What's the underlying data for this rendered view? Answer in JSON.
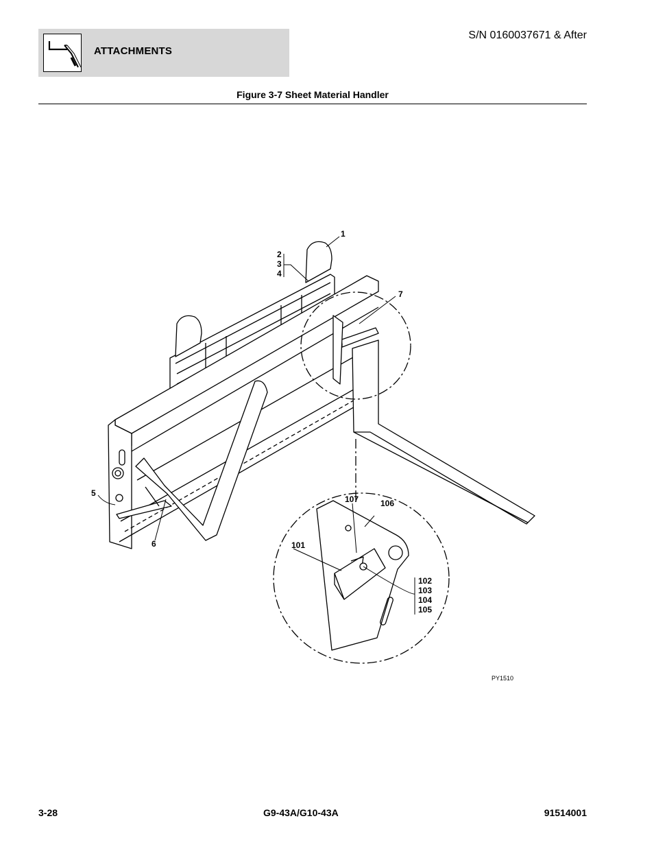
{
  "header": {
    "section_title": "ATTACHMENTS",
    "serial": "S/N 0160037671 & After",
    "icon": "fork-attachment-icon"
  },
  "figure": {
    "title": "Figure 3-7 Sheet Material Handler",
    "id": "PY1510",
    "callouts": {
      "c1": "1",
      "c2": "2",
      "c3": "3",
      "c4": "4",
      "c5": "5",
      "c6": "6",
      "c7": "7",
      "c101": "101",
      "c102": "102",
      "c103": "103",
      "c104": "104",
      "c105": "105",
      "c106": "106",
      "c107": "107"
    }
  },
  "footer": {
    "page": "3-28",
    "model": "G9-43A/G10-43A",
    "doc_number": "91514001"
  }
}
